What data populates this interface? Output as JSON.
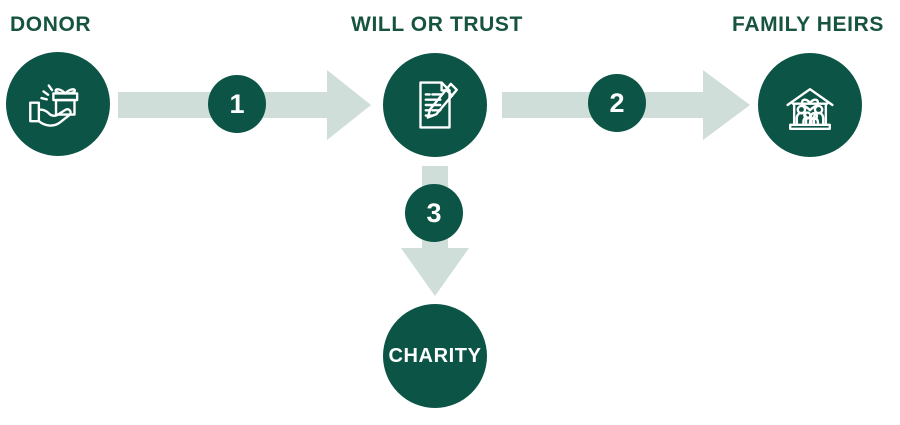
{
  "diagram": {
    "title": "estate gift flow diagram",
    "nodes": {
      "donor": {
        "label": "DONOR",
        "icon": "gift-in-hand-icon"
      },
      "will_or_trust": {
        "label": "WILL OR TRUST",
        "icon": "document-pen-icon"
      },
      "family_heirs": {
        "label": "FAMILY HEIRS",
        "icon": "family-home-icon"
      },
      "charity": {
        "label": "CHARITY"
      }
    },
    "steps": {
      "step1": {
        "number": "1",
        "from": "donor",
        "to": "will_or_trust"
      },
      "step2": {
        "number": "2",
        "from": "will_or_trust",
        "to": "family_heirs"
      },
      "step3": {
        "number": "3",
        "from": "will_or_trust",
        "to": "charity"
      }
    },
    "colors": {
      "circle_green": "#0c5546",
      "label_green": "#175440",
      "arrow_light_green": "#cfded8",
      "icon_white": "#ffffff",
      "background": "#ffffff"
    }
  }
}
